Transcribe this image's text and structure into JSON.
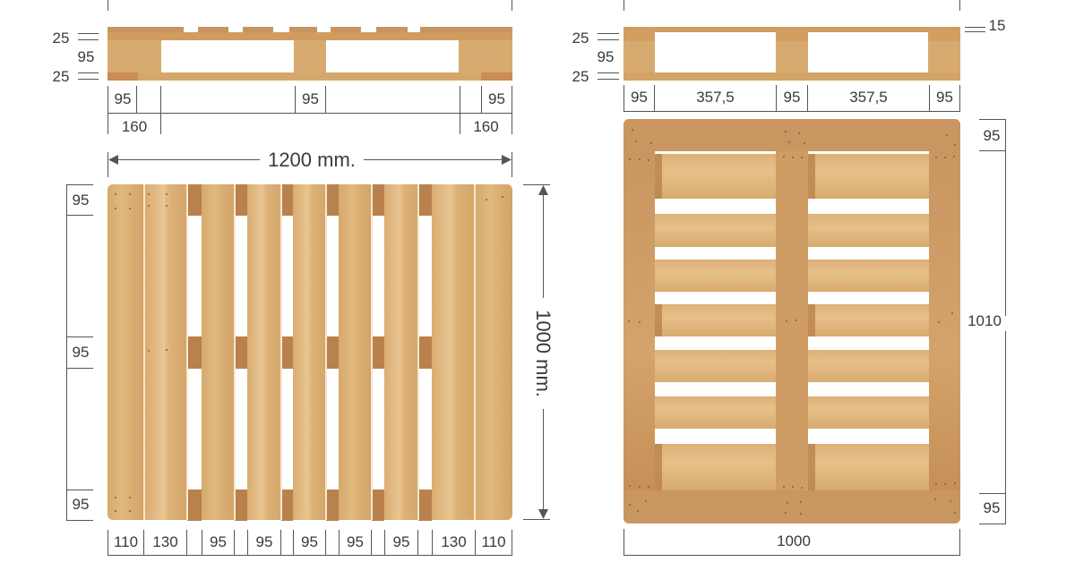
{
  "colors": {
    "wood_light": "#ddb478",
    "wood_mid": "#d7ab6f",
    "wood_dark": "#c79561",
    "block_dark": "#b9814b",
    "line": "#555555"
  },
  "left_side_view": {
    "height_labels": [
      "25",
      "95",
      "25"
    ],
    "bottom_row": [
      "95",
      "95",
      "95"
    ],
    "bottom_row2": [
      "160",
      "160"
    ]
  },
  "right_side_view": {
    "height_labels": [
      "25",
      "95",
      "25"
    ],
    "top_right_label": "15",
    "bottom_row": [
      "95",
      "357,5",
      "95",
      "357,5",
      "95"
    ]
  },
  "left_top_view": {
    "width_label": "1200 mm.",
    "height_label": "1000 mm.",
    "left_labels": [
      "95",
      "95",
      "95"
    ],
    "bottom_labels": [
      "110",
      "130",
      "95",
      "95",
      "95",
      "95",
      "95",
      "130",
      "110"
    ]
  },
  "right_bottom_view": {
    "right_top_label": "95",
    "right_middle_label": "1010",
    "right_bottom_label": "95",
    "bottom_label": "1000"
  }
}
